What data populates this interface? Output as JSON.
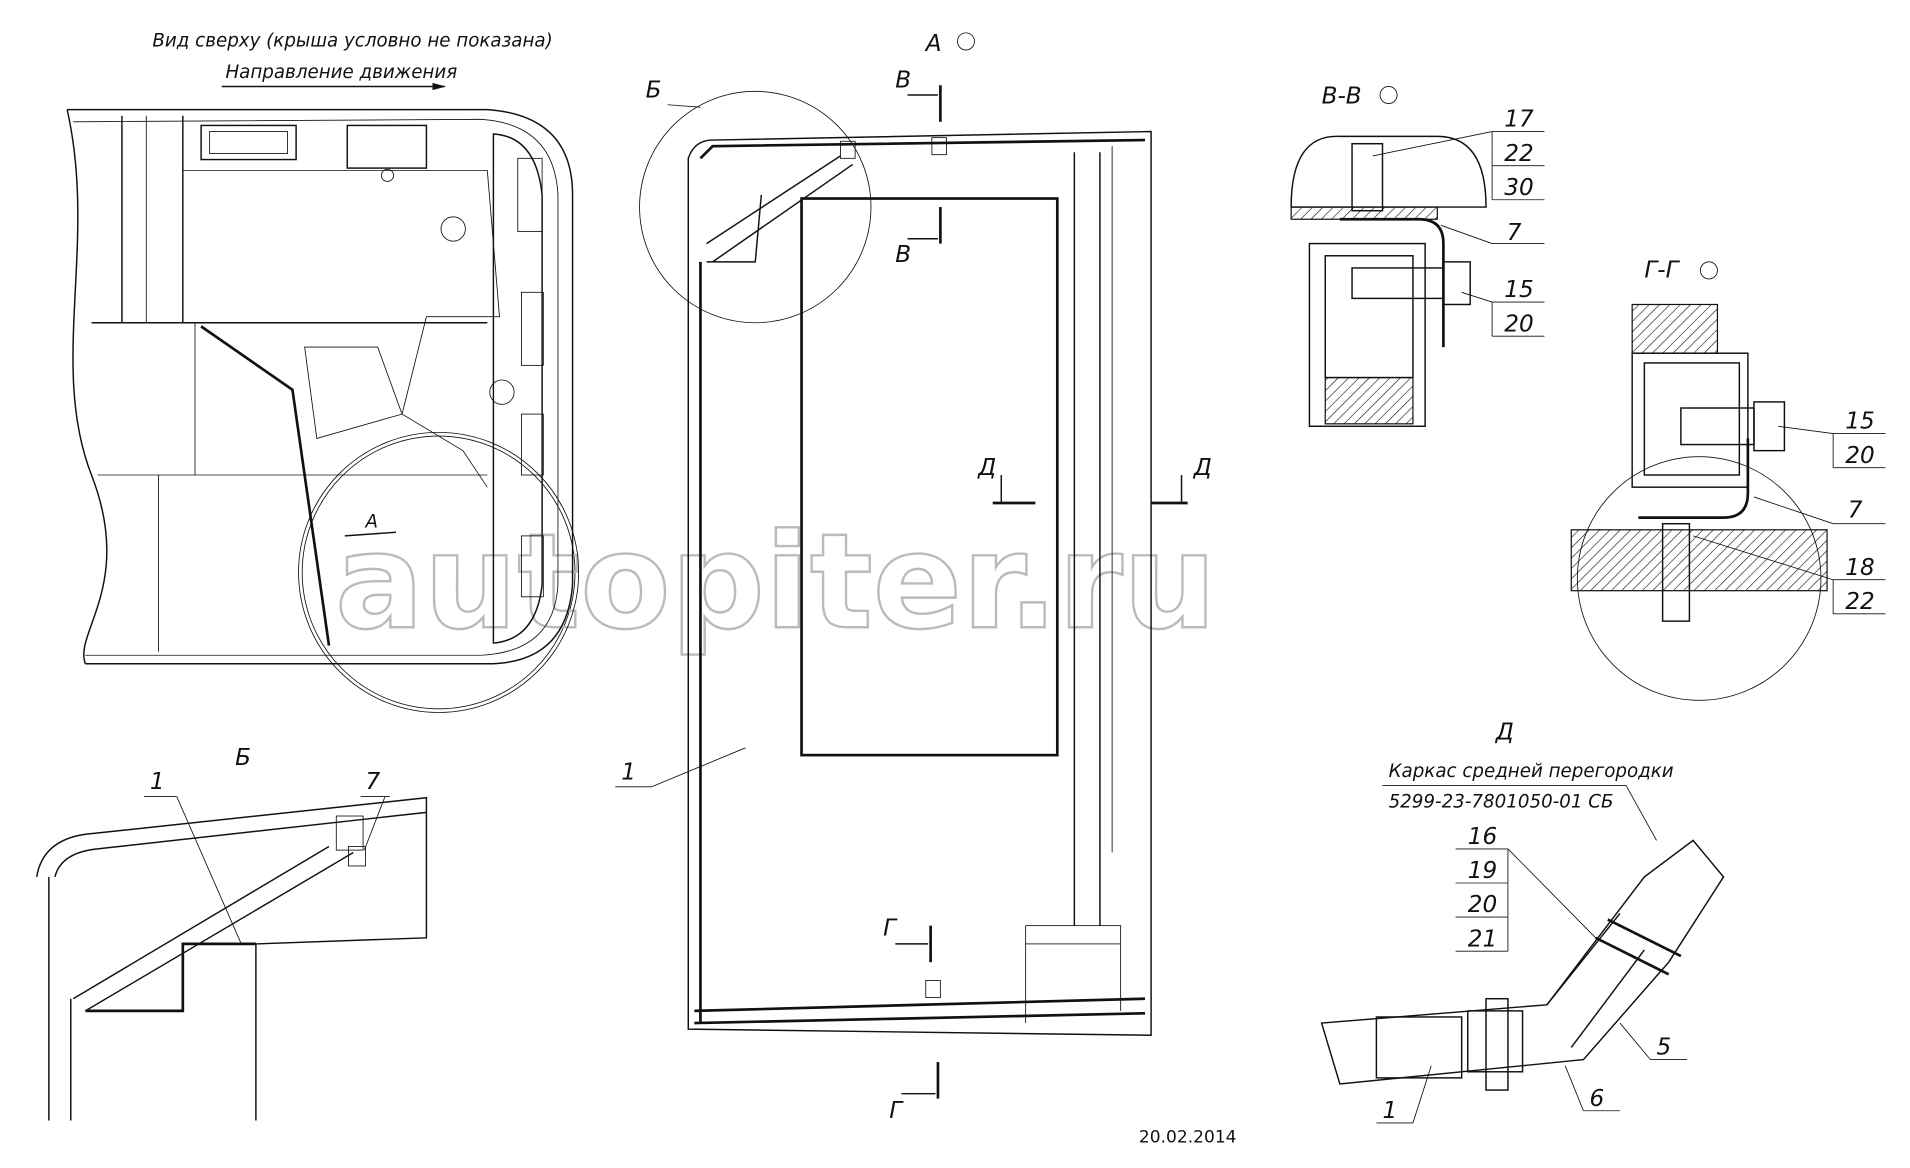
{
  "labels": {
    "top_view": "Вид сверху (крыша условно не показана)",
    "direction": "Направление движения",
    "view_a": "А",
    "view_a_inner": "А",
    "callout_b": "Б",
    "detail_b": "Б",
    "section_v_top": "В",
    "section_v_bottom": "В",
    "section_vv": "В-В",
    "section_gg": "Г-Г",
    "section_g_top": "Г",
    "section_g_bottom": "Г",
    "section_d_left": "Д",
    "section_d_right": "Д",
    "detail_d": "Д",
    "frame_title": "Каркас средней перегородки",
    "frame_code": "5299-23-7801050-01 СБ",
    "date": "20.02.2014",
    "watermark": "autopiter.ru"
  },
  "positions": {
    "vv": [
      "17",
      "22",
      "30",
      "7",
      "15",
      "20"
    ],
    "gg": [
      "15",
      "20",
      "7",
      "18",
      "22"
    ],
    "d": [
      "16",
      "19",
      "20",
      "21",
      "5",
      "6",
      "1"
    ],
    "main": [
      "1"
    ],
    "b": [
      "1",
      "7"
    ]
  }
}
